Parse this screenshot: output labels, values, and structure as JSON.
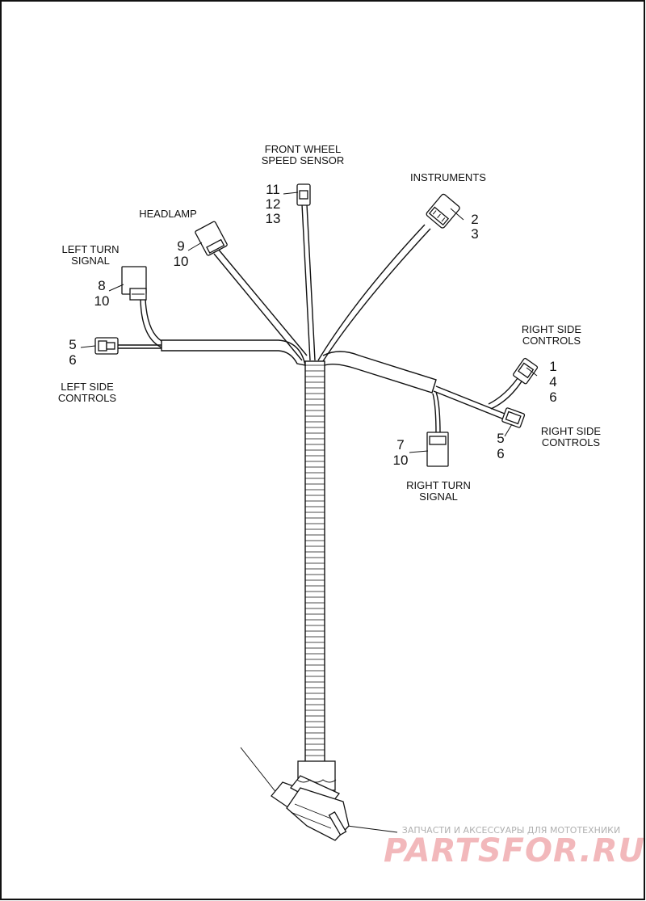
{
  "labels": {
    "front_wheel_line1": "FRONT WHEEL",
    "front_wheel_line2": "SPEED SENSOR",
    "instruments": "INSTRUMENTS",
    "headlamp": "HEADLAMP",
    "left_turn_line1": "LEFT TURN",
    "left_turn_line2": "SIGNAL",
    "left_side_line1": "LEFT SIDE",
    "left_side_line2": "CONTROLS",
    "right_side_top_line1": "RIGHT SIDE",
    "right_side_top_line2": "CONTROLS",
    "right_side_bottom_line1": "RIGHT SIDE",
    "right_side_bottom_line2": "CONTROLS",
    "right_turn_line1": "RIGHT TURN",
    "right_turn_line2": "SIGNAL"
  },
  "callouts": {
    "front_wheel": [
      "11",
      "12",
      "13"
    ],
    "instruments": [
      "2",
      "3"
    ],
    "headlamp": [
      "9",
      "10"
    ],
    "left_turn": [
      "8",
      "10"
    ],
    "left_side": [
      "5",
      "6"
    ],
    "right_side_top": [
      "1",
      "4",
      "6"
    ],
    "right_side_bottom": [
      "5",
      "6"
    ],
    "right_turn": [
      "7",
      "10"
    ]
  },
  "watermark": {
    "tagline": "ЗАПЧАСТИ И АКСЕССУАРЫ ДЛЯ МОТОТЕХНИКИ",
    "brand": "PARTSFOR.RU"
  }
}
